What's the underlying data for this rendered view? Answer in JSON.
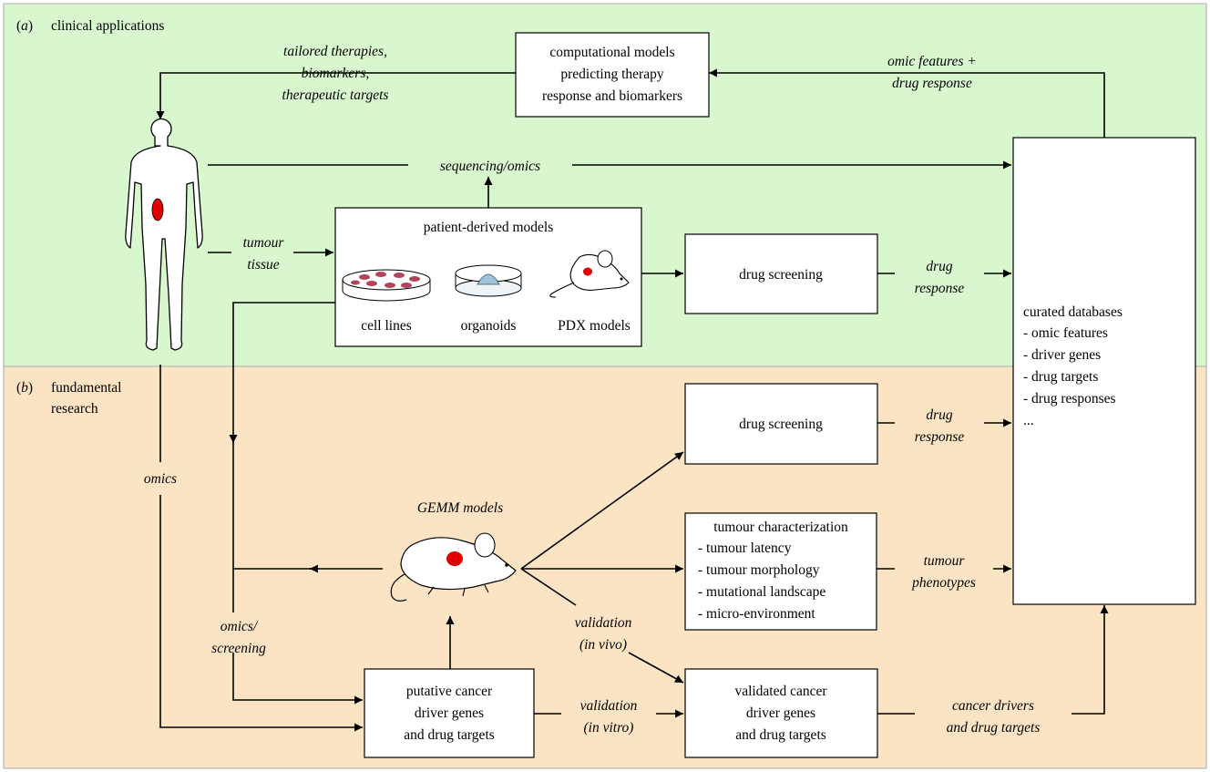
{
  "panels": {
    "a": {
      "letter": "a",
      "title": "clinical applications",
      "color": "#d9f7cf"
    },
    "b": {
      "letter": "b",
      "title_line1": "fundamental",
      "title_line2": "research",
      "color": "#fbe4c4"
    }
  },
  "boxes": {
    "computational": [
      "computational models",
      "predicting therapy",
      "response and biomarkers"
    ],
    "pdm_title": "patient-derived models",
    "pdm_labels": [
      "cell lines",
      "organoids",
      "PDX models"
    ],
    "drug_screening_top": "drug screening",
    "drug_screening_bottom": "drug screening",
    "curated": [
      "curated databases",
      "- omic features",
      "- driver genes",
      "- drug targets",
      "- drug responses",
      "..."
    ],
    "tumour_char": [
      "tumour characterization",
      "- tumour latency",
      "- tumour morphology",
      "- mutational landscape",
      "- micro-environment"
    ],
    "putative": [
      "putative cancer",
      "driver genes",
      "and drug targets"
    ],
    "validated": [
      "validated cancer",
      "driver genes",
      "and drug targets"
    ]
  },
  "edge_labels": {
    "tailored": [
      "tailored therapies,",
      "biomarkers,",
      "therapeutic targets"
    ],
    "omic_features": [
      "omic features +",
      "drug response"
    ],
    "sequencing": "sequencing/omics",
    "tumour_tissue": [
      "tumour",
      "tissue"
    ],
    "drug_response_top": [
      "drug",
      "response"
    ],
    "drug_response_bottom": [
      "drug",
      "response"
    ],
    "omics": "omics",
    "gemm": "GEMM models",
    "tumour_phenotypes": [
      "tumour",
      "phenotypes"
    ],
    "validation_vivo": [
      "validation",
      "(in vivo)"
    ],
    "validation_vitro": [
      "validation",
      "(in vitro)"
    ],
    "omics_screening": [
      "omics/",
      "screening"
    ],
    "cancer_drivers": [
      "cancer drivers",
      "and drug targets"
    ]
  },
  "colors": {
    "tumour": "#e00000",
    "dish": "#b0455a",
    "organoid": "#9fc2dc"
  },
  "icons": [
    "human-body-icon",
    "petri-dish-icon",
    "organoid-dish-icon",
    "pdx-mouse-icon",
    "gemm-mouse-icon"
  ]
}
